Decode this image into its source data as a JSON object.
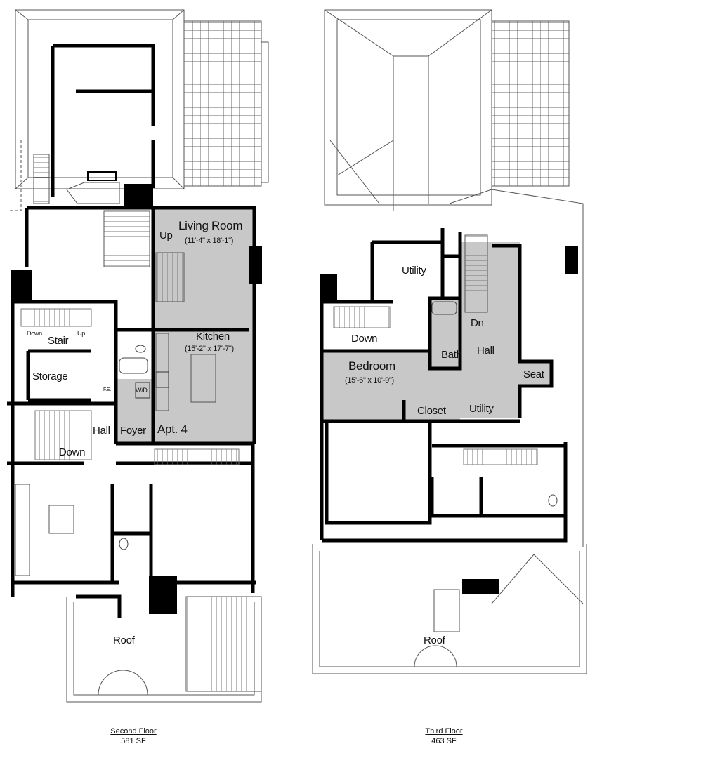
{
  "second_floor": {
    "title": "Second Floor",
    "area": "581 SF",
    "rooms": {
      "living_room": {
        "name": "Living Room",
        "dims": "(11'-4\" x 18'-1\")"
      },
      "kitchen": {
        "name": "Kitchen",
        "dims": "(15'-2\" x 17'-7\")"
      },
      "apartment": "Apt. 4",
      "foyer": "Foyer",
      "hall": "Hall",
      "stair": "Stair",
      "storage": "Storage",
      "roof": "Roof"
    },
    "annotations": {
      "up_main": "Up",
      "stair_down": "Down",
      "stair_up": "Up",
      "hall_down": "Down",
      "washer_dryer": "W/D",
      "fire_extinguisher": "F.E."
    }
  },
  "third_floor": {
    "title": "Third Floor",
    "area": "463 SF",
    "rooms": {
      "utility_top": "Utility",
      "bedroom": {
        "name": "Bedroom",
        "dims": "(15'-6\" x 10'-9\")"
      },
      "bath": "Bath",
      "hall": "Hall",
      "seat": "Seat",
      "closet": "Closet",
      "utility_bottom": "Utility",
      "roof": "Roof"
    },
    "annotations": {
      "down": "Down",
      "dn": "Dn"
    }
  },
  "colors": {
    "highlight": "#c8c8c8",
    "wall": "#000000",
    "line": "#555555"
  }
}
